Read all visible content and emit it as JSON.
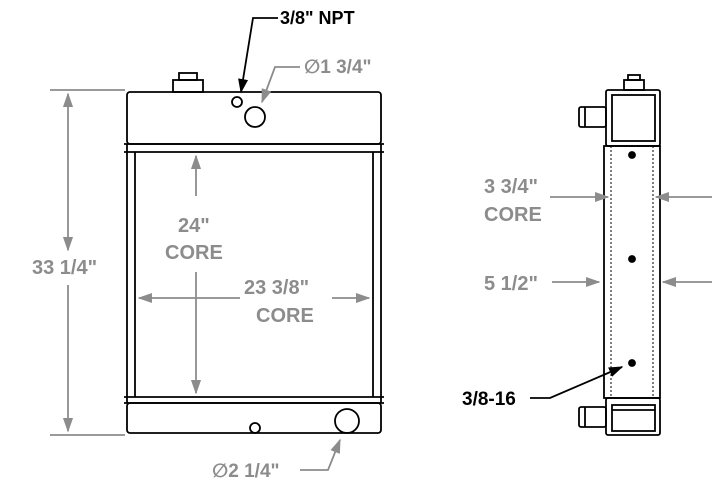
{
  "front_view": {
    "npt_label": "3/8\" NPT",
    "inlet_diameter_label": "∅1 3/4\"",
    "overall_height_label": "33 1/4\"",
    "core_height_value": "24\"",
    "core_height_caption": "CORE",
    "core_width_value": "23 3/8\"",
    "core_width_caption": "CORE",
    "outlet_diameter_label": "∅2 1/4\""
  },
  "side_view": {
    "core_depth_value": "3 3/4\"",
    "core_depth_caption": "CORE",
    "overall_depth_label": "5 1/2\"",
    "mount_thread_label": "3/8-16"
  },
  "colors": {
    "line": "#000000",
    "dimension": "#8c8c8c"
  }
}
